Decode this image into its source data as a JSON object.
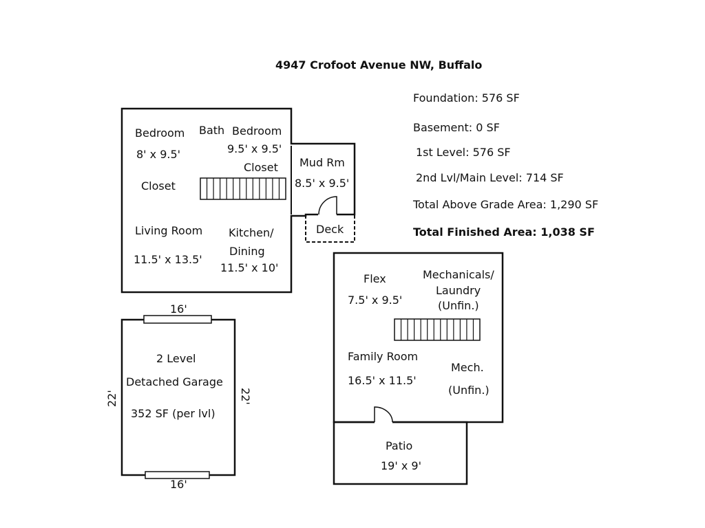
{
  "title": "4947 Crofoot Avenue NW, Buffalo",
  "stats": {
    "foundation": "Foundation: 576 SF",
    "basement": "Basement: 0 SF",
    "first_level": "1st Level: 576 SF",
    "second_level": "2nd Lvl/Main Level: 714 SF",
    "total_above_grade": "Total Above Grade Area: 1,290 SF",
    "total_finished": "Total Finished Area: 1,038 SF"
  },
  "main_level": {
    "bedroom1_name": "Bedroom",
    "bedroom1_size": "8' x 9.5'",
    "bath": "Bath",
    "bedroom2_name": "Bedroom",
    "bedroom2_size": "9.5' x 9.5'",
    "closet_upper": "Closet",
    "closet_left": "Closet",
    "mudroom_name": "Mud Rm",
    "mudroom_size": "8.5' x 9.5'",
    "deck": "Deck",
    "living_name": "Living Room",
    "living_size": "11.5' x 13.5'",
    "kitchen_line1": "Kitchen/",
    "kitchen_line2": "Dining",
    "kitchen_size": "11.5' x 10'"
  },
  "garage": {
    "top_dim": "16'",
    "bottom_dim": "16'",
    "left_dim": "22'",
    "right_dim": "22'",
    "line1": "2 Level",
    "line2": "Detached Garage",
    "line3": "352 SF (per lvl)"
  },
  "lower_level": {
    "flex_name": "Flex",
    "flex_size": "7.5' x 9.5'",
    "mech_laundry_line1": "Mechanicals/",
    "mech_laundry_line2": "Laundry",
    "mech_laundry_line3": "(Unfin.)",
    "family_name": "Family Room",
    "family_size": "16.5' x 11.5'",
    "mech_line1": "Mech.",
    "mech_line2": "(Unfin.)",
    "patio_name": "Patio",
    "patio_size": "19' x 9'"
  }
}
